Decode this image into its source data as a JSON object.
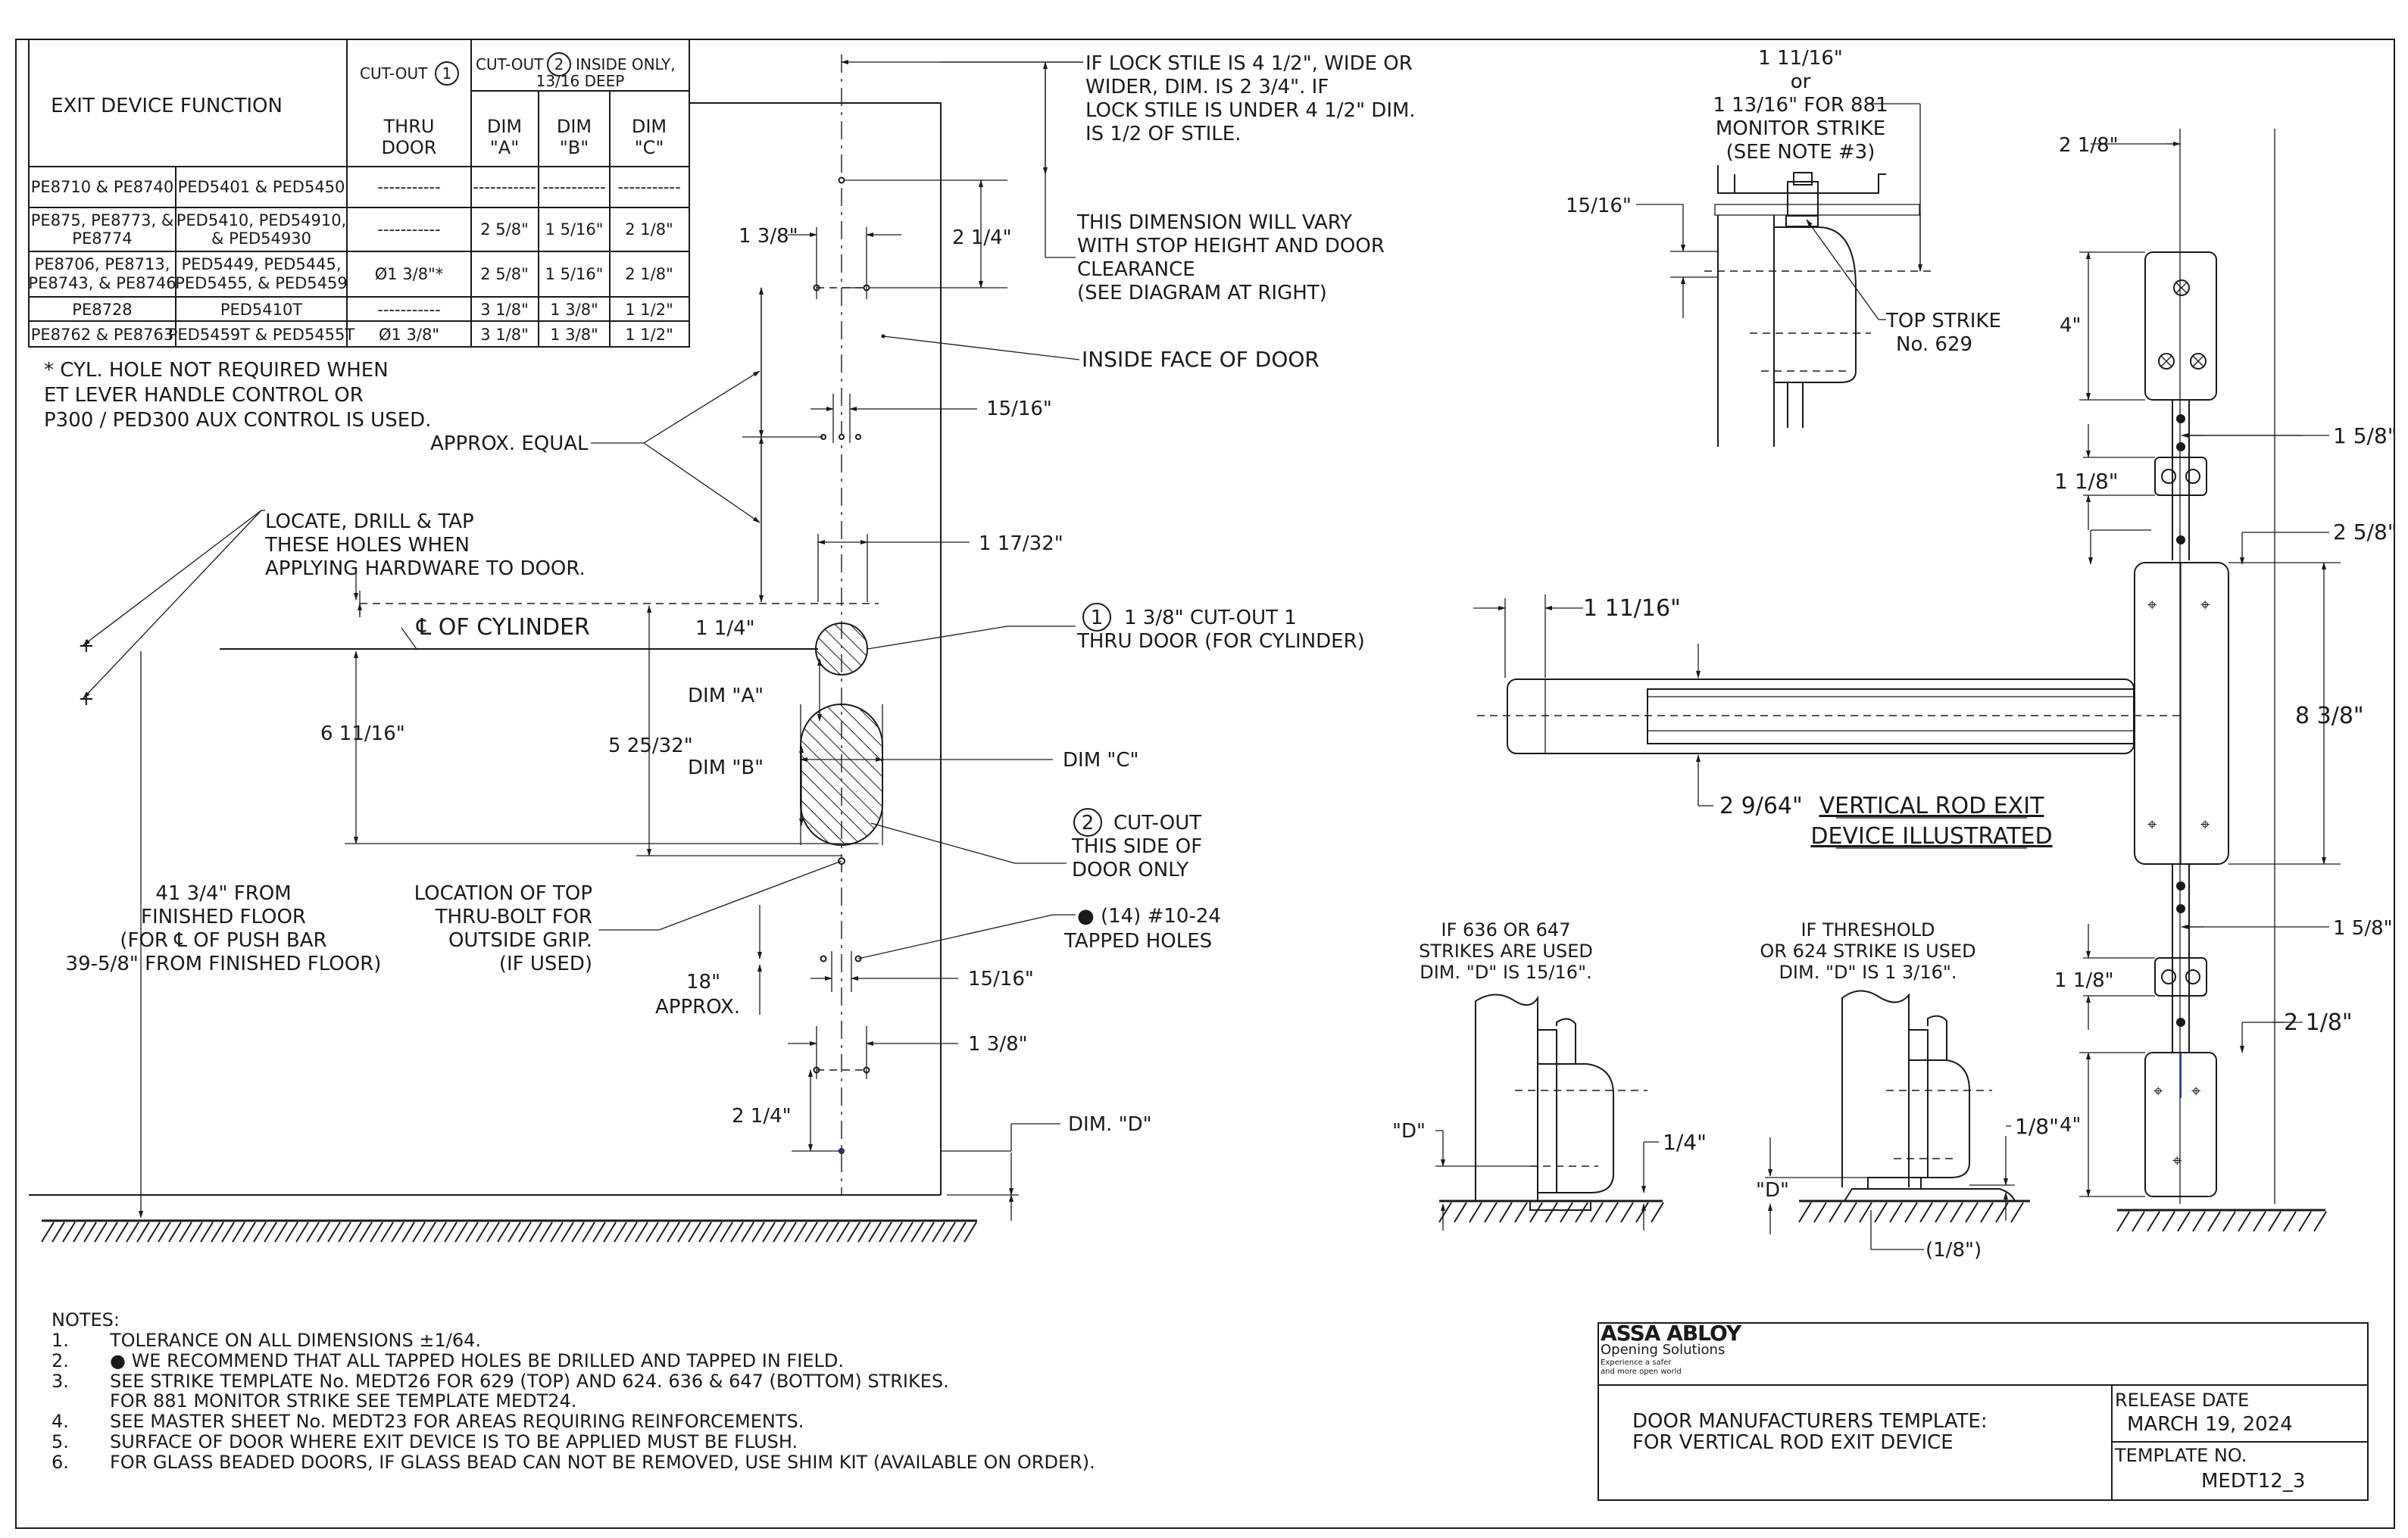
{
  "table": {
    "header_function": "EXIT DEVICE FUNCTION",
    "header_cutout1": "CUT-OUT",
    "header_cutout2a": "CUT-OUT",
    "header_cutout2b": "INSIDE ONLY,",
    "header_cutout2c": "13/16 DEEP",
    "col_thru_1": "THRU",
    "col_thru_2": "DOOR",
    "col_a_1": "DIM",
    "col_a_2": "\"A\"",
    "col_b_1": "DIM",
    "col_b_2": "\"B\"",
    "col_c_1": "DIM",
    "col_c_2": "\"C\"",
    "circle1": "1",
    "circle2": "2",
    "rows": [
      {
        "f1": [
          "PE8710 & PE8740"
        ],
        "f2": [
          "PED5401 &  PED5450"
        ],
        "thru": "-----------",
        "a": "-----------",
        "b": "-----------",
        "c": "-----------"
      },
      {
        "f1": [
          "PE875, PE8773, &",
          "PE8774"
        ],
        "f2": [
          "PED5410,  PED54910,",
          "& PED54930"
        ],
        "thru": "-----------",
        "a": "2 5/8\"",
        "b": "1 5/16\"",
        "c": "2 1/8\""
      },
      {
        "f1": [
          "PE8706, PE8713,",
          "PE8743, & PE8746"
        ],
        "f2": [
          "PED5449,  PED5445,",
          "PED5455, & PED5459"
        ],
        "thru": "Ø1 3/8\"*",
        "a": "2 5/8\"",
        "b": "1 5/16\"",
        "c": "2 1/8\""
      },
      {
        "f1": [
          "PE8728"
        ],
        "f2": [
          "PED5410T"
        ],
        "thru": "-----------",
        "a": "3 1/8\"",
        "b": "1 3/8\"",
        "c": "1 1/2\""
      },
      {
        "f1": [
          "PE8762 & PE8763"
        ],
        "f2": [
          "PED5459T & PED5455T"
        ],
        "thru": "Ø1 3/8\"",
        "a": "3 1/8\"",
        "b": "1 3/8\"",
        "c": "1 1/2\""
      }
    ]
  },
  "footnote": [
    "*  CYL. HOLE NOT REQUIRED WHEN",
    "ET LEVER HANDLE CONTROL OR",
    "P300 / PED300 AUX CONTROL IS USED."
  ],
  "door": {
    "lock_stile": [
      "IF LOCK STILE IS 4 1/2\", WIDE OR",
      "WIDER, DIM. IS 2 3/4\". IF",
      "LOCK STILE IS UNDER 4 1/2\" DIM.",
      "IS 1/2 OF STILE."
    ],
    "dimension_vary": [
      "THIS DIMENSION WILL VARY",
      "WITH STOP HEIGHT AND DOOR",
      "CLEARANCE",
      "(SEE DIAGRAM AT RIGHT)"
    ],
    "inside_face": "INSIDE FACE OF DOOR",
    "approx_equal": "APPROX. EQUAL",
    "locate_drill": [
      "LOCATE, DRILL & TAP",
      "THESE HOLES WHEN",
      "APPLYING HARDWARE TO DOOR."
    ],
    "centerline_cylinder": "℄ OF CYLINDER",
    "cutout1_note": [
      "1 3/8\" CUT-OUT 1",
      "THRU DOOR (FOR CYLINDER)"
    ],
    "cutout2_note": [
      "CUT-OUT",
      "THIS SIDE OF",
      "DOOR ONLY"
    ],
    "dim_c": "DIM \"C\"",
    "dim_a": "DIM \"A\"",
    "dim_b": "DIM \"B\"",
    "tapped_holes": [
      "● (14) #10-24",
      "TAPPED HOLES"
    ],
    "top_thrubolt": [
      "LOCATION OF TOP",
      "THRU-BOLT FOR",
      "OUTSIDE GRIP.",
      "(IF USED)"
    ],
    "from_floor": [
      "41 3/4\" FROM",
      "FINISHED FLOOR",
      "(FOR ℄ OF PUSH BAR",
      "39-5/8\" FROM FINISHED FLOOR)"
    ],
    "approx18": [
      "18\"",
      "APPROX."
    ],
    "dim_d": "DIM. \"D\"",
    "d_1_3_8_top": "1 3/8\"",
    "d_2_1_4_top": "2 1/4\"",
    "d_15_16_a": "15/16\"",
    "d_1_17_32": "1 17/32\"",
    "d_1_1_4": "1 1/4\"",
    "d_6_11_16": "6 11/16\"",
    "d_5_25_32": "5 25/32\"",
    "d_15_16_b": "15/16\"",
    "d_1_3_8_bot": "1 3/8\"",
    "d_2_1_4_bot": "2 1/4\""
  },
  "strike": {
    "monitor": [
      "1 11/16\"",
      "or",
      "1 13/16\" FOR 881",
      "MONITOR STRIKE",
      "(SEE NOTE #3)"
    ],
    "d_15_16": "15/16\"",
    "top_strike": [
      "TOP STRIKE",
      "No. 629"
    ]
  },
  "rod": {
    "d_2_1_8_top": "2 1/8\"",
    "d_4_top": "4\"",
    "d_1_5_8_top": "1 5/8\"",
    "d_1_1_8_top": "1 1/8\"",
    "d_2_5_8": "2 5/8\"",
    "d_1_11_16": "1 11/16\"",
    "d_8_3_8": "8 3/8\"",
    "d_2_9_64": "2 9/64\"",
    "title": [
      "VERTICAL ROD EXIT",
      "DEVICE ILLUSTRATED"
    ],
    "d_1_5_8_bot": "1 5/8\"",
    "d_1_1_8_bot": "1 1/8\"",
    "d_2_1_8_bot": "2 1/8\"",
    "d_4_bot": "4\""
  },
  "bottom_strikes": {
    "left_note": [
      "IF 636 OR 647",
      "STRIKES ARE USED",
      "DIM. \"D\" IS 15/16\"."
    ],
    "right_note": [
      "IF THRESHOLD",
      "OR 624 STRIKE IS USED",
      "DIM. \"D\" IS 1 3/16\"."
    ],
    "d_label_left": "\"D\"",
    "d_label_right": "\"D\"",
    "d_1_4": "1/4\"",
    "d_1_8": "1/8\"",
    "d_1_8_paren": "(1/8\")"
  },
  "notes": {
    "heading": "NOTES:",
    "items": [
      {
        "num": "1.",
        "text": "TOLERANCE ON ALL DIMENSIONS ±1/64."
      },
      {
        "num": "2.",
        "text": "● WE RECOMMEND THAT ALL TAPPED HOLES BE DRILLED AND TAPPED IN FIELD."
      },
      {
        "num": "3.",
        "text": "SEE STRIKE TEMPLATE No. MEDT26 FOR 629 (TOP) AND 624. 636 & 647 (BOTTOM) STRIKES."
      },
      {
        "num": "",
        "text": "FOR 881 MONITOR STRIKE SEE TEMPLATE MEDT24."
      },
      {
        "num": "4.",
        "text": "SEE MASTER SHEET No. MEDT23 FOR AREAS REQUIRING REINFORCEMENTS."
      },
      {
        "num": "5.",
        "text": "SURFACE OF DOOR WHERE EXIT DEVICE IS TO BE APPLIED MUST BE FLUSH."
      },
      {
        "num": "6.",
        "text": "FOR GLASS BEADED DOORS, IF GLASS BEAD CAN NOT BE REMOVED, USE SHIM KIT (AVAILABLE ON ORDER)."
      }
    ]
  },
  "title_block": {
    "brand": "ASSA ABLOY",
    "brand_sub": "Opening Solutions",
    "tagline_1": "Experience a safer",
    "tagline_2": "and more open world",
    "title_line1": "DOOR MANUFACTURERS TEMPLATE:",
    "title_line2": "FOR VERTICAL ROD EXIT DEVICE",
    "release_label": "RELEASE DATE",
    "release_date": "MARCH 19, 2024",
    "template_label": "TEMPLATE NO.",
    "template_no": "MEDT12_3"
  }
}
